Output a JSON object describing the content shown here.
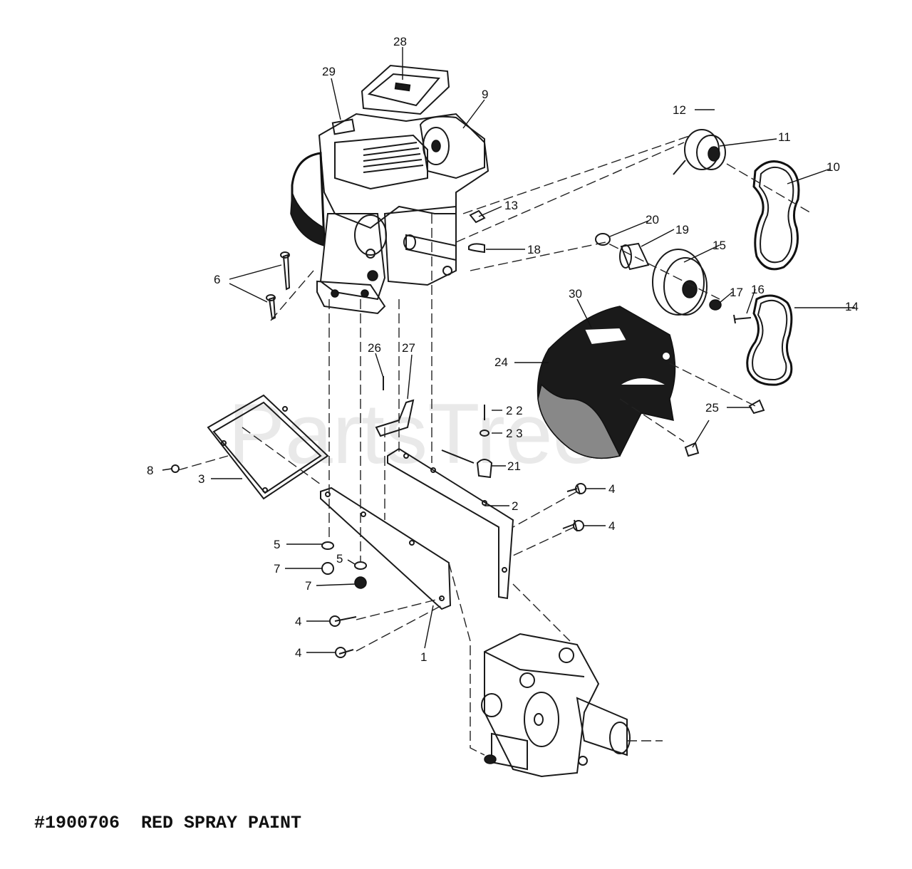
{
  "watermark": "PartsTree",
  "caption": "#1900706  RED SPRAY PAINT",
  "callouts": {
    "c1": "1",
    "c2": "2",
    "c3": "3",
    "c4a": "4",
    "c4b": "4",
    "c4c": "4",
    "c4d": "4",
    "c5a": "5",
    "c5b": "5",
    "c6": "6",
    "c7a": "7",
    "c7b": "7",
    "c8": "8",
    "c9": "9",
    "c10": "10",
    "c11": "11",
    "c12": "12",
    "c13": "13",
    "c14": "14",
    "c15": "15",
    "c16": "16",
    "c17": "17",
    "c18": "18",
    "c19": "19",
    "c20": "20",
    "c21": "21",
    "c22": "2 2",
    "c23": "2 3",
    "c24": "24",
    "c25": "25",
    "c26": "26",
    "c27": "27",
    "c28": "28",
    "c29": "29",
    "c30": "30"
  }
}
